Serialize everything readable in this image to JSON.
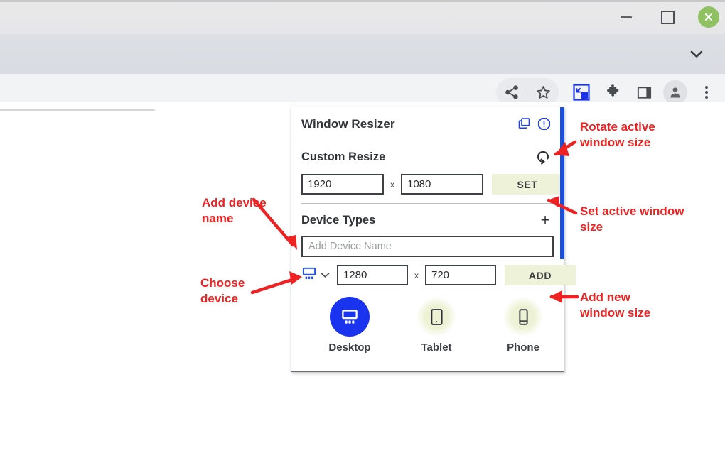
{
  "browser": {
    "window_controls": {
      "minimize": "minimize-icon",
      "maximize": "maximize-icon",
      "close": "close-icon"
    },
    "tabstrip": {
      "chevron": "chevron-down-icon"
    },
    "toolbar_icons": [
      "share-icon",
      "bookmark-star-icon",
      "window-resizer-extension-icon",
      "extensions-puzzle-icon",
      "side-panel-icon",
      "profile-avatar-icon",
      "more-menu-icon"
    ]
  },
  "popup": {
    "title": "Window Resizer",
    "header_icons": [
      {
        "name": "duplicate-windows-icon",
        "color": "#2040e8"
      },
      {
        "name": "alert-octagon-icon",
        "color": "#2040e8"
      }
    ],
    "custom_resize": {
      "heading": "Custom Resize",
      "rotate_icon": "rotate-icon",
      "width_value": "1920",
      "height_value": "1080",
      "separator": "x",
      "set_label": "SET"
    },
    "device_types": {
      "heading": "Device Types",
      "add_icon": "+",
      "name_placeholder": "Add Device Name",
      "name_value": "",
      "selector_icon": "desktop-monitor-icon",
      "selector_chevron": "chevron-down-icon",
      "width_value": "1280",
      "height_value": "720",
      "separator": "x",
      "add_label": "ADD",
      "cards": [
        {
          "label": "Desktop",
          "icon": "desktop-monitor-icon",
          "selected": true
        },
        {
          "label": "Tablet",
          "icon": "tablet-icon",
          "selected": false
        },
        {
          "label": "Phone",
          "icon": "phone-icon",
          "selected": false
        }
      ]
    },
    "scrollbar_color": "#1a4fd6"
  },
  "annotations": [
    {
      "id": "rotate",
      "text": "Rotate active\nwindow size"
    },
    {
      "id": "set",
      "text": "Set active window\nsize"
    },
    {
      "id": "add",
      "text": "Add new\nwindow size"
    },
    {
      "id": "name",
      "text": "Add device\nname"
    },
    {
      "id": "choose",
      "text": "Choose\ndevice"
    }
  ],
  "colors": {
    "annotation": "#ee2222",
    "accent_blue": "#1a33ef",
    "button_bg": "#eef2d9"
  }
}
